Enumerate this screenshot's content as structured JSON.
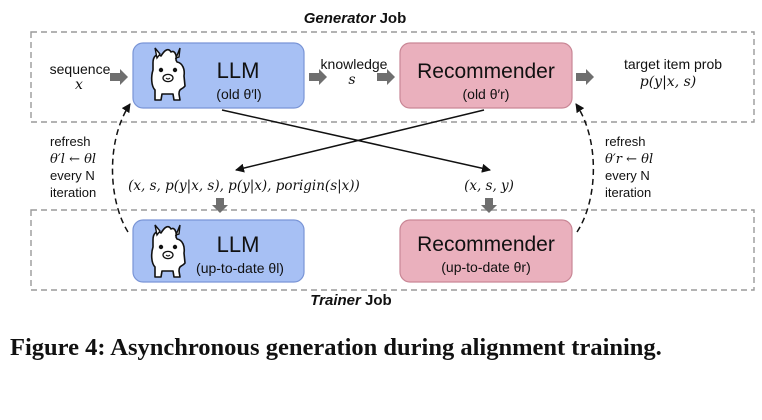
{
  "generator_job": {
    "title_italic": "Generator",
    "title_rest": " Job"
  },
  "trainer_job": {
    "title_italic": "Trainer",
    "title_rest": " Job"
  },
  "generator": {
    "input_label": "sequence",
    "input_var": "x",
    "llm_title": "LLM",
    "llm_sub": "(old θ′l)",
    "knowledge_label": "knowledge",
    "knowledge_var": "s",
    "rec_title": "Recommender",
    "rec_sub": "(old θ′r)",
    "output_label": "target item prob",
    "output_formula": "p(y|x, s)"
  },
  "trainer": {
    "llm_title": "LLM",
    "llm_sub": "(up-to-date θl)",
    "rec_title": "Recommender",
    "rec_sub": "(up-to-date θr)",
    "llm_data": "(x, s, p(y|x, s), p(y|x), porigin(s|x))",
    "rec_data": "(x, s, y)"
  },
  "refresh_left": {
    "line1": "refresh",
    "line2": "θ′l ← θl",
    "line3": "every N",
    "line4": "iteration"
  },
  "refresh_right": {
    "line1": "refresh",
    "line2": "θ′r ← θl",
    "line3": "every N",
    "line4": "iteration"
  },
  "caption": "Figure 4: Asynchronous generation during alignment training.",
  "colors": {
    "llm_fill": "#a7c0f4",
    "llm_stroke": "#7a95d6",
    "rec_fill": "#eab0bd",
    "rec_stroke": "#c98796",
    "arrow_gray": "#6f6f6f"
  },
  "icons": {
    "llm": "llama-icon"
  }
}
